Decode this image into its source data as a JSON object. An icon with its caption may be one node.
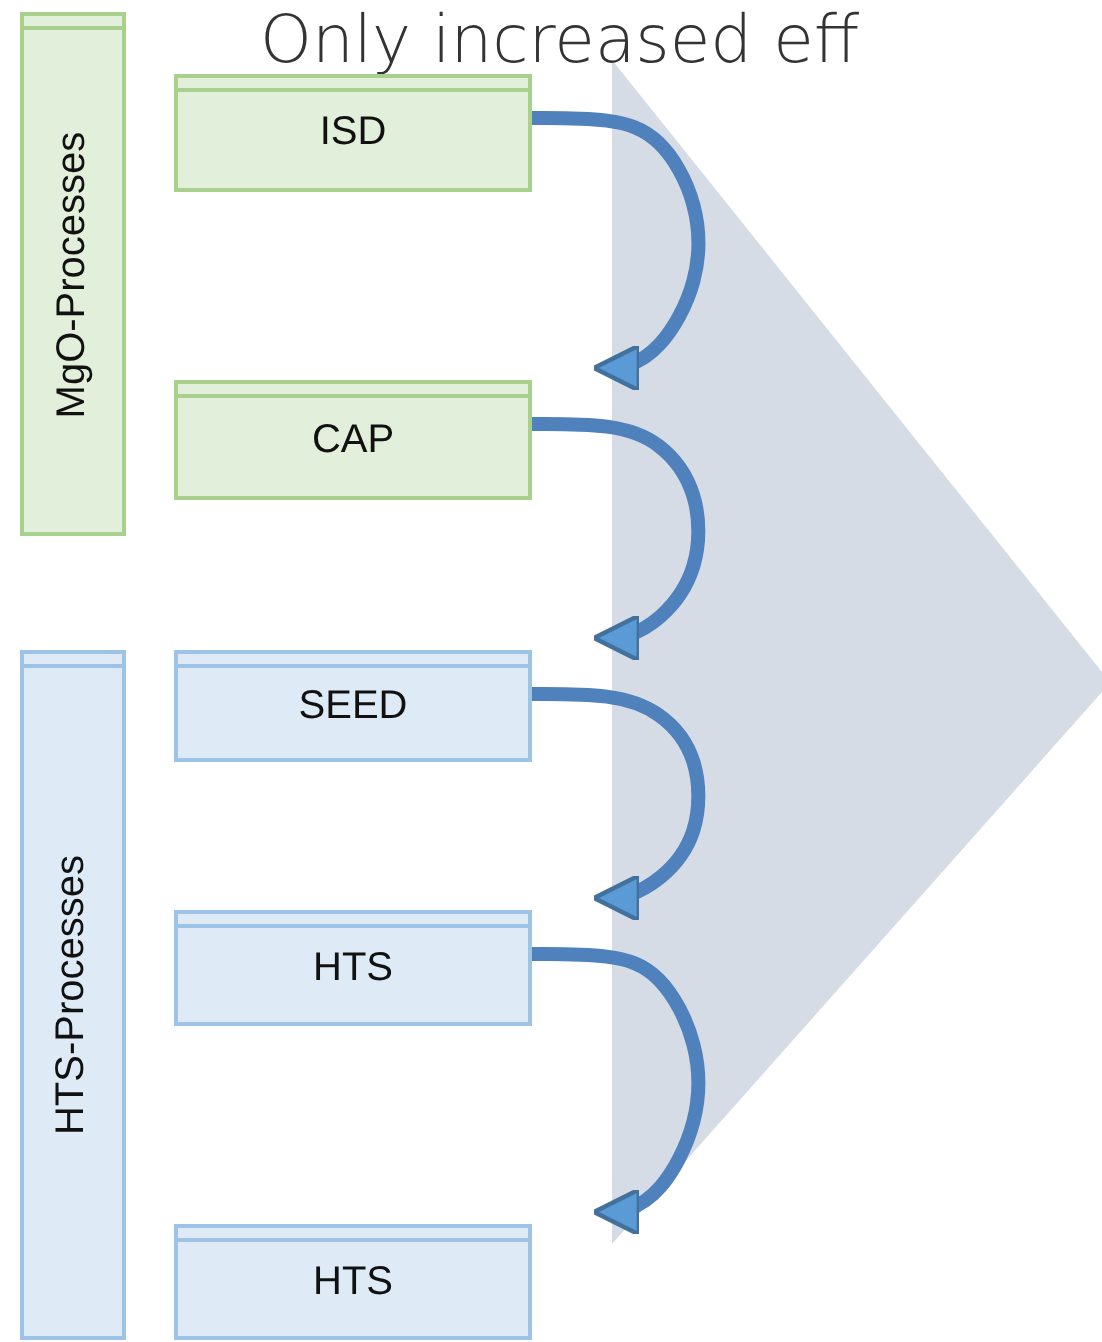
{
  "diagram": {
    "title": "Only increased eff",
    "nodes": [
      {
        "text": [
          "MgO-Processes"
        ]
      },
      {
        "text": [
          "ISD"
        ]
      },
      {
        "text": [
          "CAP"
        ]
      },
      {
        "text": [
          "HTS-Processes"
        ]
      },
      {
        "text": [
          "SEED"
        ]
      },
      {
        "text": [
          "HTS"
        ]
      },
      {
        "text": [
          "HTS"
        ]
      }
    ],
    "edges": [
      {
        "from": 1,
        "to": 2,
        "arrow": "to"
      },
      {
        "from": 2,
        "to": 4,
        "arrow": "to"
      },
      {
        "from": 4,
        "to": 5,
        "arrow": "to"
      },
      {
        "from": 5,
        "to": 6,
        "arrow": "to"
      }
    ]
  }
}
